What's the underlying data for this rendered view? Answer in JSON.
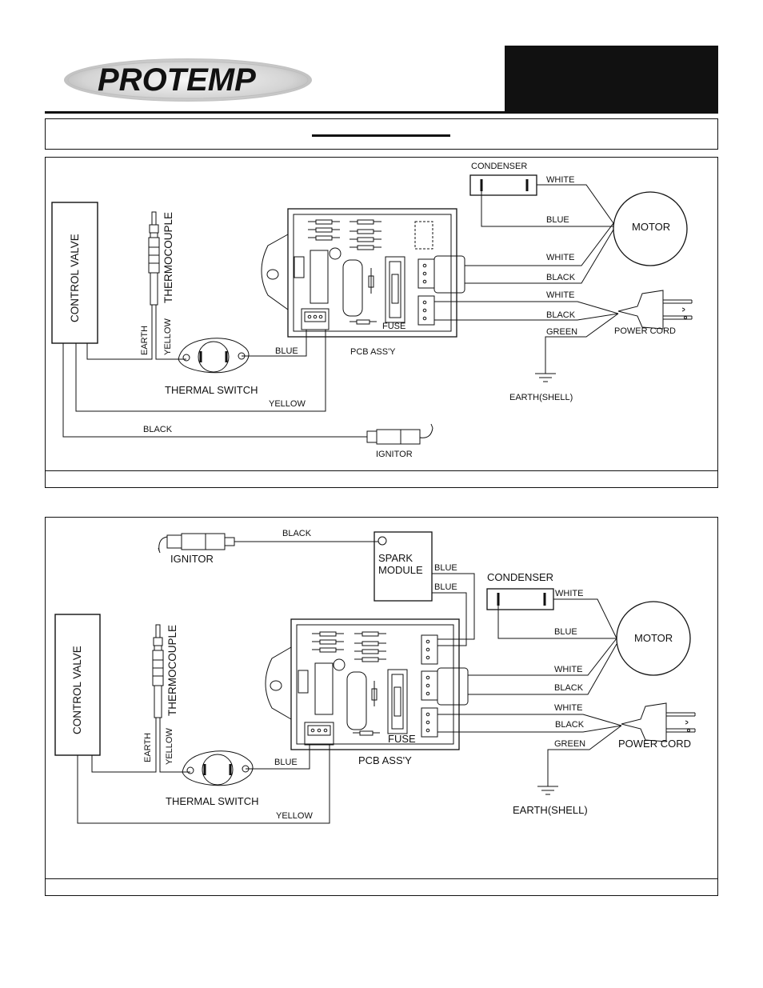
{
  "brand": {
    "name": "PROTEMP"
  },
  "diagram1": {
    "labels": {
      "condenser": "CONDENSER",
      "motor": "MOTOR",
      "control_valve": "CONTROL VALVE",
      "thermocouple": "THERMOCOUPLE",
      "fuse": "FUSE",
      "pcb": "PCB ASS'Y",
      "thermal_switch": "THERMAL SWITCH",
      "power_cord": "POWER CORD",
      "earth_shell": "EARTH(SHELL)",
      "ignitor": "IGNITOR"
    },
    "wires": {
      "white_cond": "WHITE",
      "blue_cond": "BLUE",
      "white_motor": "WHITE",
      "black_motor": "BLACK",
      "white_cord": "WHITE",
      "black_cord": "BLACK",
      "green_cord": "GREEN",
      "earth": "EARTH",
      "yellow_tc": "YELLOW",
      "blue_ts": "BLUE",
      "yellow_ts": "YELLOW",
      "black_ign": "BLACK"
    }
  },
  "diagram2": {
    "labels": {
      "ignitor": "IGNITOR",
      "spark_module_1": "SPARK",
      "spark_module_2": "MODULE",
      "condenser": "CONDENSER",
      "motor": "MOTOR",
      "control_valve": "CONTROL VALVE",
      "thermocouple": "THERMOCOUPLE",
      "fuse": "FUSE",
      "pcb": "PCB ASS'Y",
      "thermal_switch": "THERMAL SWITCH",
      "power_cord": "POWER CORD",
      "earth_shell": "EARTH(SHELL)"
    },
    "wires": {
      "black_ign": "BLACK",
      "blue_sm1": "BLUE",
      "blue_sm2": "BLUE",
      "white_cond": "WHITE",
      "blue_cond": "BLUE",
      "white_motor": "WHITE",
      "black_motor": "BLACK",
      "white_cord": "WHITE",
      "black_cord": "BLACK",
      "green_cord": "GREEN",
      "earth": "EARTH",
      "yellow_tc": "YELLOW",
      "blue_ts": "BLUE",
      "yellow_ts": "YELLOW"
    }
  }
}
